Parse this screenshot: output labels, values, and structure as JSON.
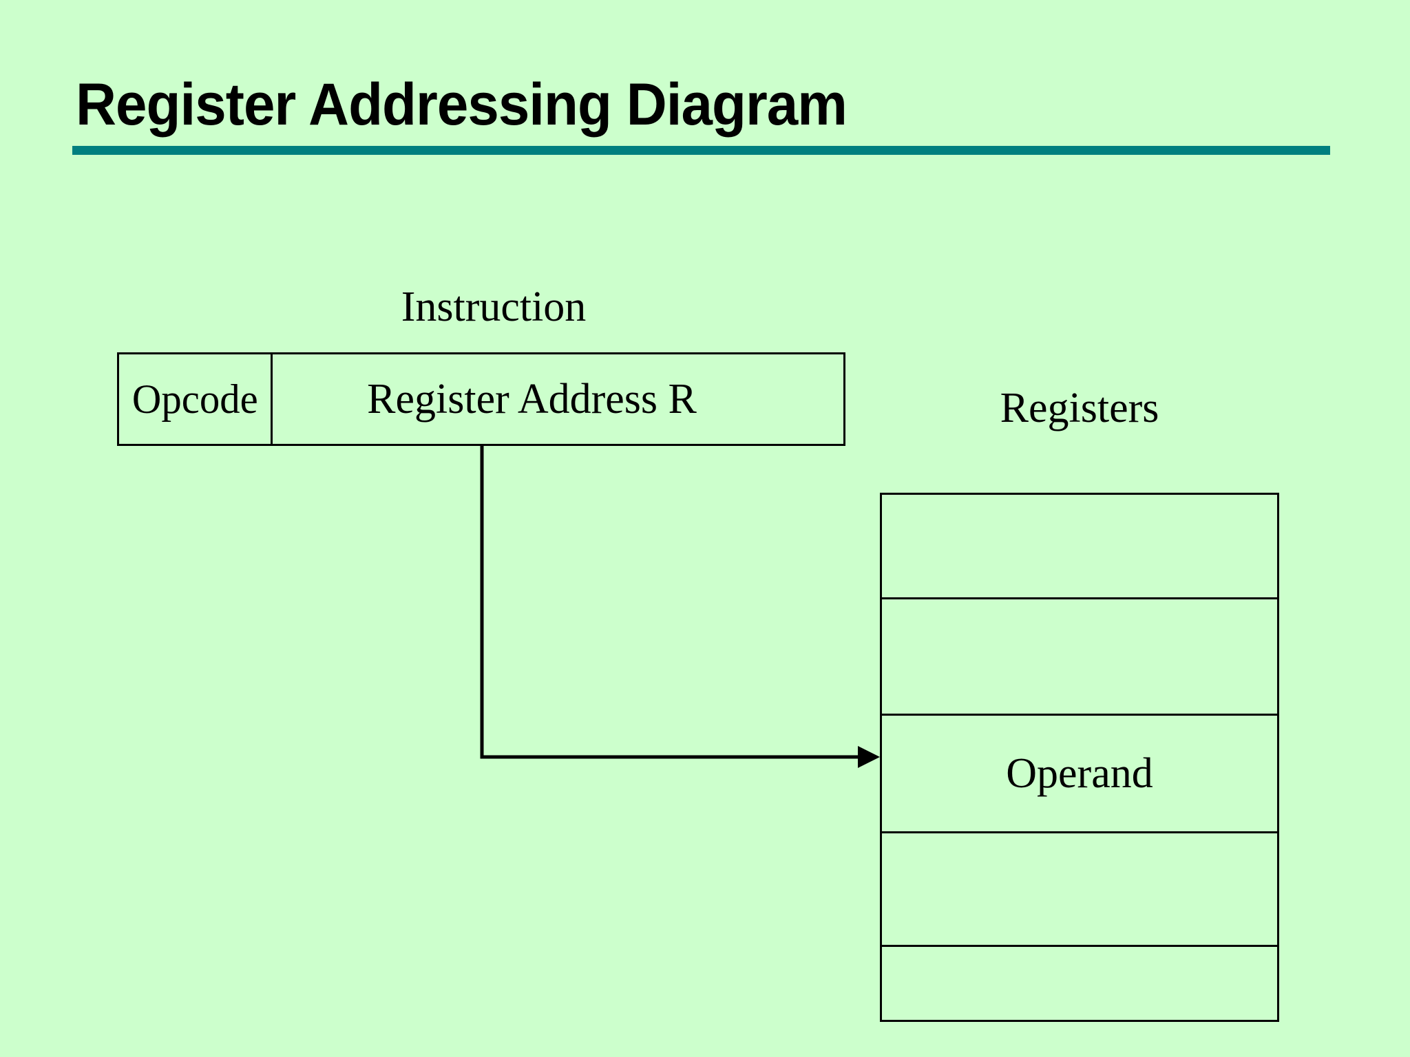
{
  "slide": {
    "title": "Register Addressing Diagram",
    "background_color": "#CCFFCC",
    "title_rule_color": "#007F7F",
    "line_color": "#000000",
    "text_color": "#000000"
  },
  "instruction": {
    "label": "Instruction",
    "fields": [
      {
        "name": "opcode",
        "label": "Opcode"
      },
      {
        "name": "register-address",
        "label": "Register Address R"
      }
    ]
  },
  "registers": {
    "label": "Registers",
    "rows": [
      {
        "index": 0,
        "label": ""
      },
      {
        "index": 1,
        "label": ""
      },
      {
        "index": 2,
        "label": "Operand"
      },
      {
        "index": 3,
        "label": ""
      },
      {
        "index": 4,
        "label": ""
      }
    ]
  },
  "connector": {
    "name": "register-address-to-operand-arrow",
    "from": "register-address-field",
    "to": "operand-register-row",
    "style": "elbow-with-arrowhead"
  }
}
